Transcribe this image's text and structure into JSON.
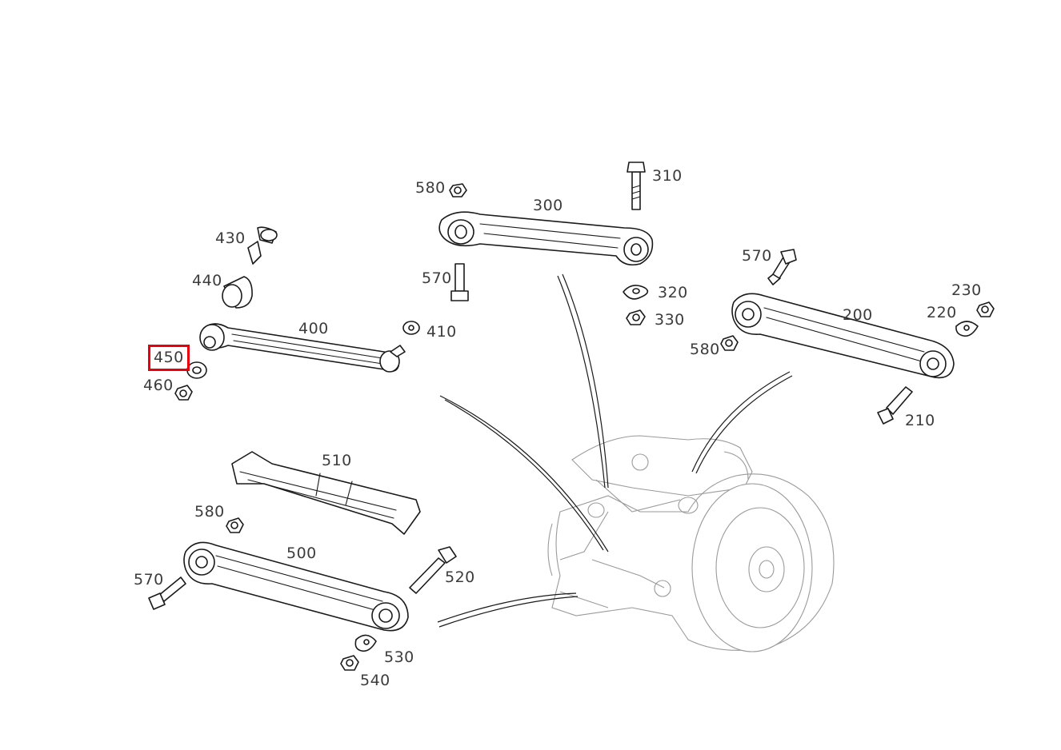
{
  "diagram": {
    "highlight_color": "#e8000d",
    "line_color": "#1a1a1a",
    "ghost_color": "#9a9a9a",
    "selected_callout": "450",
    "callouts": {
      "c310": "310",
      "c580a": "580",
      "c300": "300",
      "c570a": "570",
      "c320": "320",
      "c330": "330",
      "c430": "430",
      "c440": "440",
      "c400": "400",
      "c410": "410",
      "c450": "450",
      "c460": "460",
      "c570b": "570",
      "c230": "230",
      "c220": "220",
      "c200": "200",
      "c580b": "580",
      "c210": "210",
      "c510": "510",
      "c580c": "580",
      "c500": "500",
      "c520": "520",
      "c570c": "570",
      "c530": "530",
      "c540": "540"
    }
  }
}
